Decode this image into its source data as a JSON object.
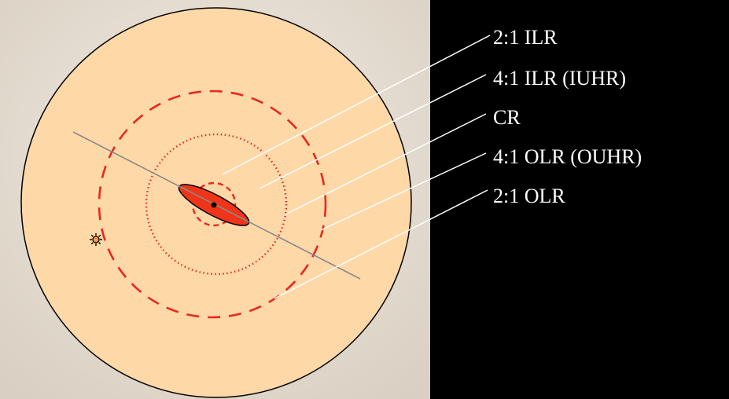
{
  "diagram": {
    "labels": [
      {
        "key": "ilr_2_1",
        "text": "2:1 ILR"
      },
      {
        "key": "ilr_4_1",
        "text": "4:1 ILR (IUHR)"
      },
      {
        "key": "cr",
        "text": "CR"
      },
      {
        "key": "olr_4_1",
        "text": "4:1 OLR (OUHR)"
      },
      {
        "key": "olr_2_1",
        "text": "2:1 OLR"
      }
    ],
    "colors": {
      "page_background": "#000000",
      "panel_background": "#e9e1d6",
      "disk_fill": "#ffd8a8",
      "disk_edge": "#000000",
      "resonance_rings": "#e8281e",
      "bar_fill": "#f0341a",
      "bar_axis": "#8a8a8a",
      "leader_lines": "#ffffff",
      "label_text": "#ffffff"
    },
    "icons": {
      "star_marker": "sun-star-icon"
    }
  }
}
